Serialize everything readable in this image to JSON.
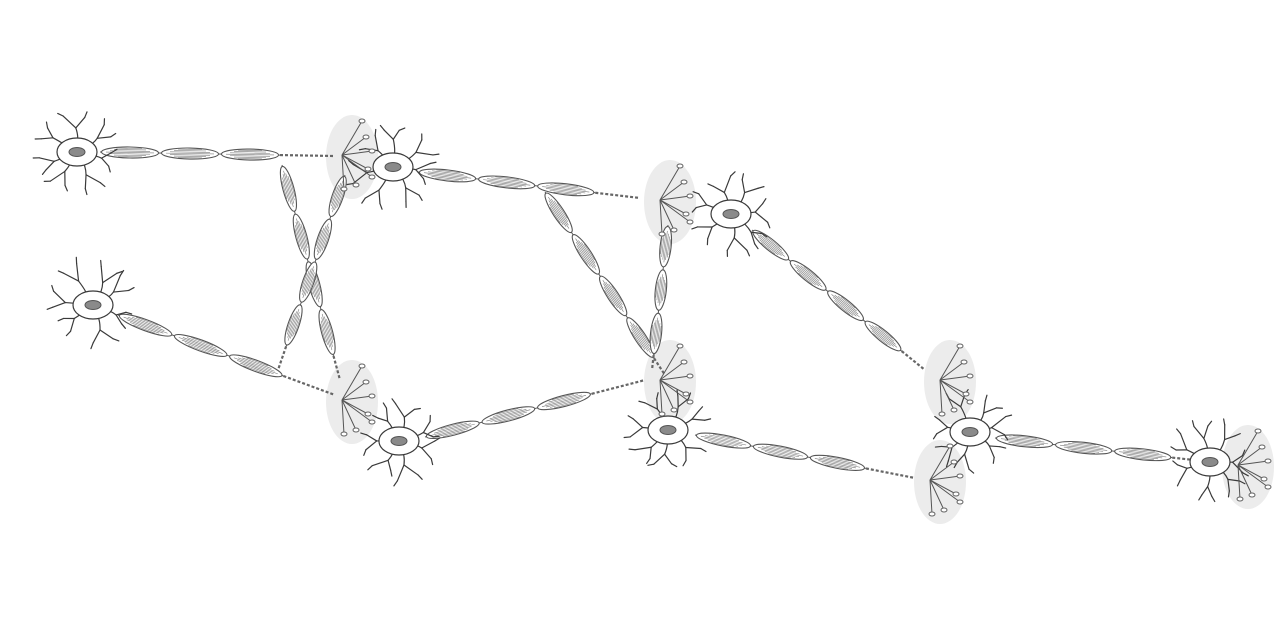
{
  "diagram": {
    "type": "neural-network-illustration",
    "colors": {
      "outline": "#3a3a3a",
      "nucleus": "#8a8a8a",
      "myelin": "#ffffff",
      "terminal_halo": "#ececec",
      "background": "#ffffff"
    },
    "neurons": [
      {
        "id": "n1"
      },
      {
        "id": "n2"
      },
      {
        "id": "n3"
      },
      {
        "id": "n4"
      },
      {
        "id": "n5"
      },
      {
        "id": "n6"
      },
      {
        "id": "n7"
      },
      {
        "id": "n8"
      }
    ],
    "connections": [
      {
        "from": "n1",
        "to": "n2"
      },
      {
        "from": "n1",
        "to": "n3"
      },
      {
        "from": "n4",
        "to": "n3"
      },
      {
        "from": "n4",
        "to": "n2"
      },
      {
        "from": "n2",
        "to": "n5"
      },
      {
        "from": "n2",
        "to": "n7"
      },
      {
        "from": "n3",
        "to": "n5"
      },
      {
        "from": "n3",
        "to": "n7"
      },
      {
        "from": "n6",
        "to": "n8"
      },
      {
        "from": "n5",
        "to": "n8"
      },
      {
        "from": "n8",
        "to": "output"
      }
    ]
  }
}
